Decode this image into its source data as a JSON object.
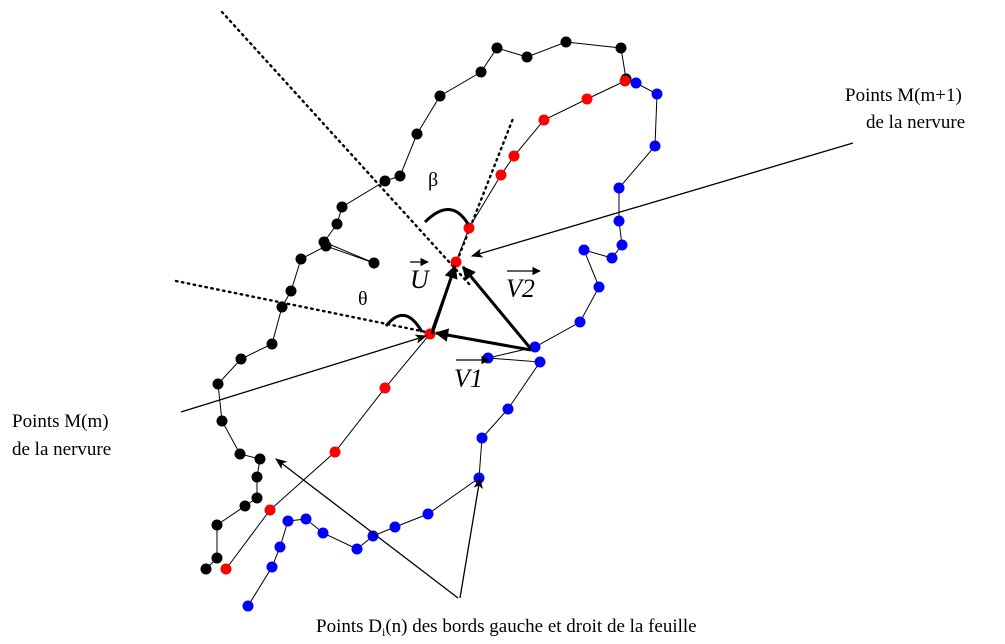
{
  "labels": {
    "m_next_line1": "Points M(m+1)",
    "m_next_line2": "de la nervure",
    "m_line1": "Points M(m)",
    "m_line2": "de la nervure",
    "bords_prefix": "Points D",
    "bords_sub": "i",
    "bords_suffix": "(n) des bords gauche et droit de la feuille"
  },
  "symbols": {
    "beta": "β",
    "theta": "θ",
    "vec_u": "U",
    "vec_v2": "V2",
    "vec_v1": "V1"
  },
  "colors": {
    "left_edge_points": "#000000",
    "midrib_points": "#ff0000",
    "right_edge_points": "#0000ff",
    "lines": "#000000"
  }
}
